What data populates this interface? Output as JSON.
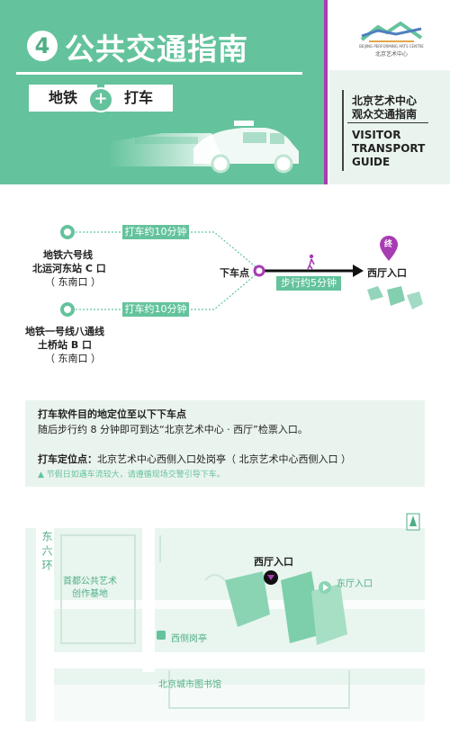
{
  "header": {
    "number": "4",
    "title": "公共交通指南",
    "pill_subway": "地铁",
    "pill_plus": "+",
    "pill_taxi": "打车",
    "logo_en": "BEIJING PERFORMING ARTS CENTRE",
    "logo_cn": "北京艺术中心",
    "info_cn_1": "北京艺术中心",
    "info_cn_2": "观众交通指南",
    "info_en_1": "VISITOR",
    "info_en_2": "TRANSPORT",
    "info_en_3": "GUIDE"
  },
  "route": {
    "station1_line1": "地铁六号线",
    "station1_line2": "北运河东站 C 口",
    "station1_line3": "（ 东南口 ）",
    "station2_line1": "地铁一号线八通线",
    "station2_line2": "土桥站 B 口",
    "station2_line3": "（ 东南口 ）",
    "taxi_time_1": "打车约10分钟",
    "taxi_time_2": "打车约10分钟",
    "dropoff_label": "下车点",
    "walk_time": "步行约5分钟",
    "end_marker": "终",
    "destination": "西厅入口"
  },
  "info": {
    "line1": "打车软件目的地定位至以下下车点",
    "line2": "随后步行约 8 分钟即可到达“北京艺术中心 · 西厅”检票入口。",
    "line3_label": "打车定位点：",
    "line3_value": "北京艺术中心西侧入口处岗亭（ 北京艺术中心西侧入口 ）",
    "line4": "▲ 节假日如遇车流较大，请遵循现场交警引导下车。"
  },
  "map": {
    "road_vertical_label": "东六环",
    "block_label": "首都公共艺术创作基地",
    "west_entrance": "西厅入口",
    "east_entrance": "东厅入口",
    "kiosk": "西侧岗亭",
    "library": "北京城市图书馆",
    "north_icon": "north-arrow-icon"
  },
  "colors": {
    "brand_green": "#64c39c",
    "accent_purple": "#a83cb3",
    "light_green": "#eaf4ee"
  }
}
